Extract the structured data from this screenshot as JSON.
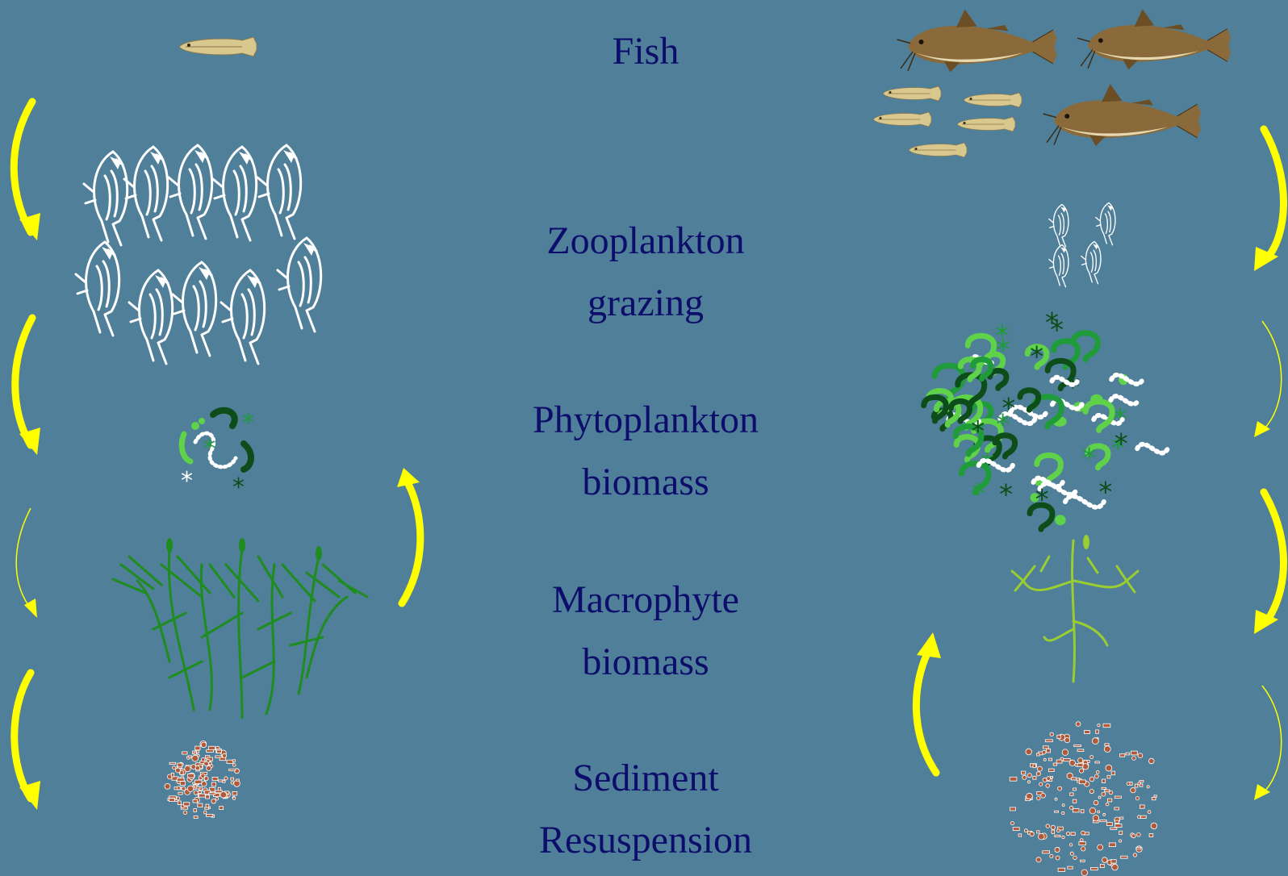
{
  "labels": {
    "fish": "Fish",
    "zooplankton": [
      "Zooplankton",
      "grazing"
    ],
    "phytoplankton": [
      "Phytoplankton",
      "biomass"
    ],
    "macrophyte": [
      "Macrophyte",
      "biomass"
    ],
    "sediment": [
      "Sediment",
      "Resuspension"
    ]
  },
  "colors": {
    "background": "#4f7f99",
    "label_text": "#0d0d6b",
    "arrow": "#ffff00",
    "zooplankton": "#ffffff",
    "macrophyte_dense": "#1e8c1e",
    "macrophyte_sparse": "#9acd32",
    "phyto_dark": "#0d4d1a",
    "phyto_mid": "#1f9b3a",
    "phyto_light": "#5fd24a",
    "sediment": "#b05a3a",
    "fish_body": "#8a6a3a",
    "larva": "#d9c88e"
  },
  "icons": [
    "fish-larva-icon",
    "catfish-icon",
    "zooplankton-icon",
    "phytoplankton-icon",
    "macrophyte-icon",
    "sediment-icon",
    "arrow-icon"
  ]
}
